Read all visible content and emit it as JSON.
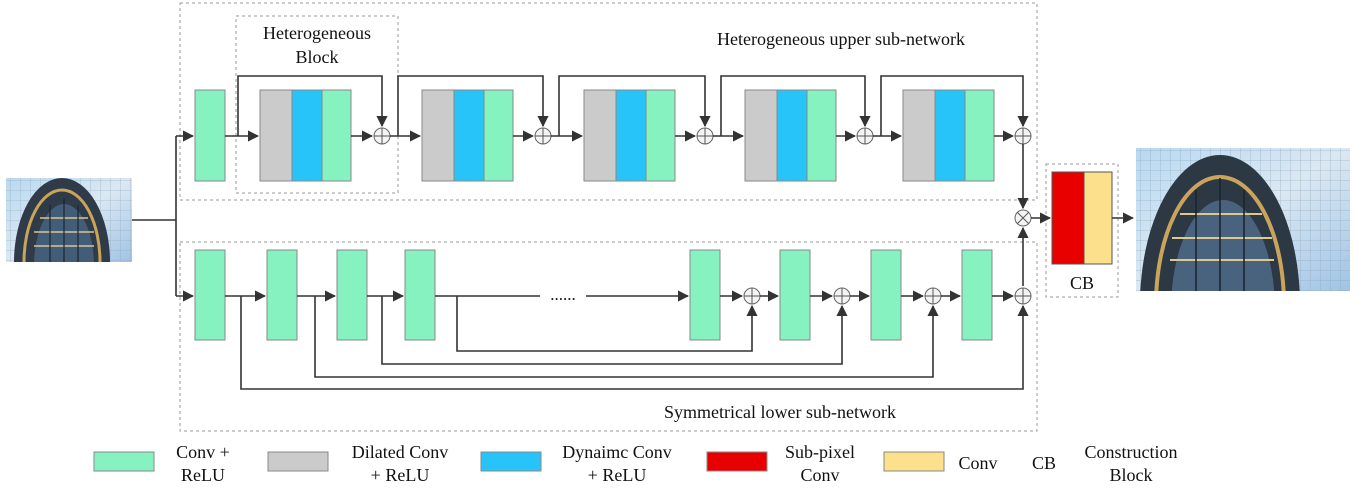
{
  "labels": {
    "heterogeneous_block_line1": "Heterogeneous",
    "heterogeneous_block_line2": "Block",
    "upper_subnetwork": "Heterogeneous upper sub-network",
    "lower_subnetwork": "Symmetrical lower sub-network",
    "cb": "CB",
    "ellipsis": "......"
  },
  "legend": [
    {
      "key": "conv_relu",
      "lines": [
        "Conv +",
        "ReLU"
      ],
      "color": "#86f2bf"
    },
    {
      "key": "dilated_conv_relu",
      "lines": [
        "Dilated Conv",
        "+ ReLU"
      ],
      "color": "#cbcbcb"
    },
    {
      "key": "dynamic_conv_relu",
      "lines": [
        "Dynaimc Conv",
        "+ ReLU"
      ],
      "color": "#27c4fa"
    },
    {
      "key": "subpixel_conv",
      "lines": [
        "Sub-pixel",
        "Conv"
      ],
      "color": "#e80000"
    },
    {
      "key": "conv",
      "lines": [
        "Conv"
      ],
      "color": "#fde08c"
    },
    {
      "key": "construction_block",
      "abbr": "CB",
      "lines": [
        "Construction",
        "Block"
      ]
    }
  ],
  "colors": {
    "conv_relu": "#86f2bf",
    "dilated": "#cbcbcb",
    "dynamic": "#27c4fa",
    "subpixel": "#e80000",
    "conv": "#fde08c",
    "sky": "#9ec8ea",
    "glass": "#5e7e9e"
  },
  "icons": {
    "add": "plus-circle-icon",
    "multiply": "times-circle-icon",
    "input_image": "building-photo-icon",
    "output_image": "building-photo-icon"
  }
}
